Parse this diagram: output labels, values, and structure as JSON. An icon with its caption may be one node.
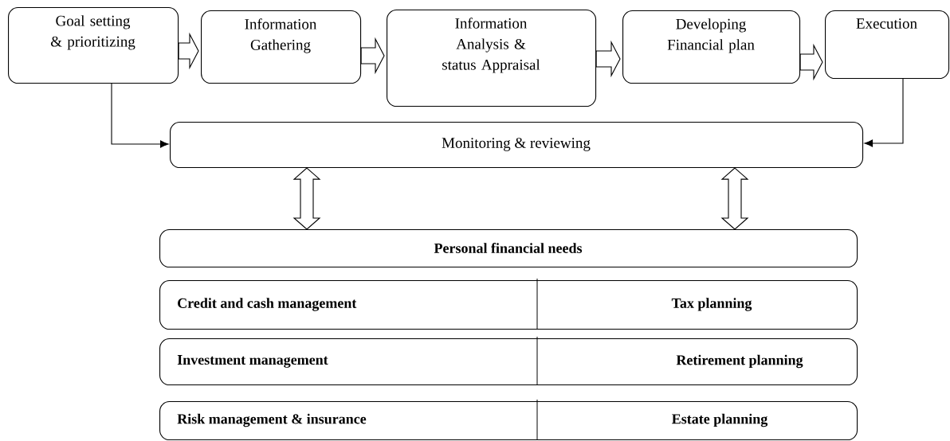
{
  "diagram": {
    "nodes": [
      {
        "text": [
          "Goal setting & prioritizing"
        ]
      },
      {
        "text": [
          "Information Gathering"
        ]
      },
      {
        "text": [
          "Information Analysis & status Appraisal"
        ]
      },
      {
        "text": [
          "Developing Financial plan"
        ]
      },
      {
        "text": [
          "Execution"
        ]
      },
      {
        "text": [
          "Monitoring & reviewing"
        ]
      },
      {
        "text": [
          "Personal financial needs"
        ]
      },
      {
        "text": [
          "Credit and cash management",
          "Tax planning"
        ]
      },
      {
        "text": [
          "Investment management",
          "Retirement planning"
        ]
      },
      {
        "text": [
          "Risk management & insurance",
          "Estate planning"
        ]
      }
    ],
    "edges": [
      {
        "from": 0,
        "to": 1,
        "arrow": "to"
      },
      {
        "from": 1,
        "to": 2,
        "arrow": "to"
      },
      {
        "from": 2,
        "to": 3,
        "arrow": "to"
      },
      {
        "from": 3,
        "to": 4,
        "arrow": "to"
      },
      {
        "from": 0,
        "to": 5,
        "arrow": "to"
      },
      {
        "from": 4,
        "to": 5,
        "arrow": "to"
      },
      {
        "from": 5,
        "to": 6,
        "arrow": "both"
      },
      {
        "from": 5,
        "to": 6,
        "arrow": "both"
      }
    ]
  }
}
